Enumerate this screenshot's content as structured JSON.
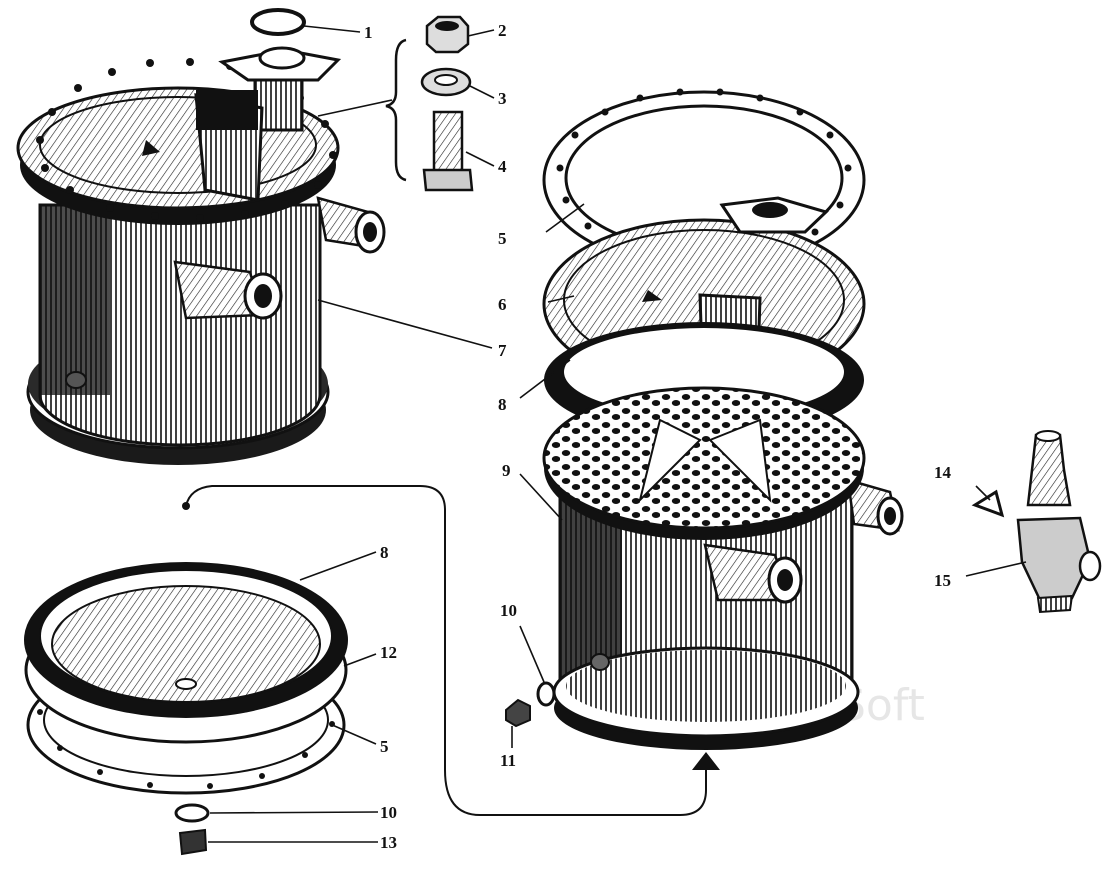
{
  "diagram": {
    "callouts": {
      "c1": "1",
      "c2": "2",
      "c3": "3",
      "c4": "4",
      "c5a": "5",
      "c6": "6",
      "c7": "7",
      "c8a": "8",
      "c9": "9",
      "c14": "14",
      "c15": "15",
      "c8b": "8",
      "c12": "12",
      "c5b": "5",
      "c10a": "10",
      "c11": "11",
      "c10b": "10",
      "c13": "13"
    },
    "watermark": "Soft",
    "colors": {
      "ink": "#111111",
      "paper": "#ffffff"
    }
  }
}
